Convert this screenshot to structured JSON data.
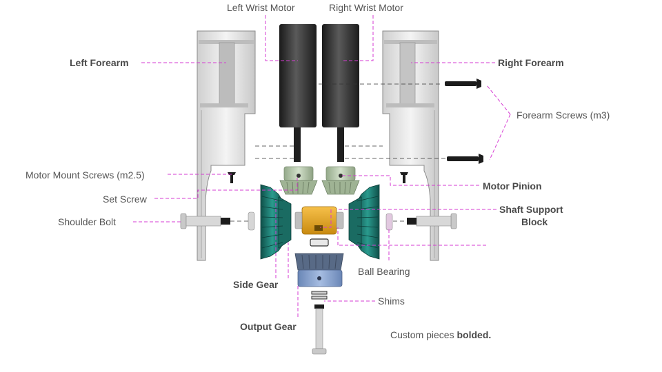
{
  "labels": {
    "left_wrist_motor": "Left Wrist Motor",
    "right_wrist_motor": "Right Wrist Motor",
    "left_forearm": "Left Forearm",
    "right_forearm": "Right Forearm",
    "forearm_screws": "Forearm Screws (m3)",
    "motor_mount_screws": "Motor Mount Screws (m2.5)",
    "motor_pinion": "Motor Pinion",
    "set_screw": "Set Screw",
    "shaft_support_block_line1": "Shaft Support",
    "shaft_support_block_line2": "Block",
    "shoulder_bolt": "Shoulder Bolt",
    "ball_bearing": "Ball Bearing",
    "side_gear": "Side Gear",
    "shims": "Shims",
    "output_gear": "Output Gear"
  },
  "note": {
    "prefix": "Custom pieces ",
    "bold": "bolded."
  },
  "colors": {
    "leader": "#d63bd3",
    "forearm": "#e3e3e3",
    "motor": "#2b2b2b",
    "pinion": "#b9ccb0",
    "side_gear": "#1f7a70",
    "shaft_block": "#e6a417",
    "output_gear_body": "#7e9ac9",
    "output_gear_teeth": "#586a86",
    "screw": "#1c1c1c"
  }
}
